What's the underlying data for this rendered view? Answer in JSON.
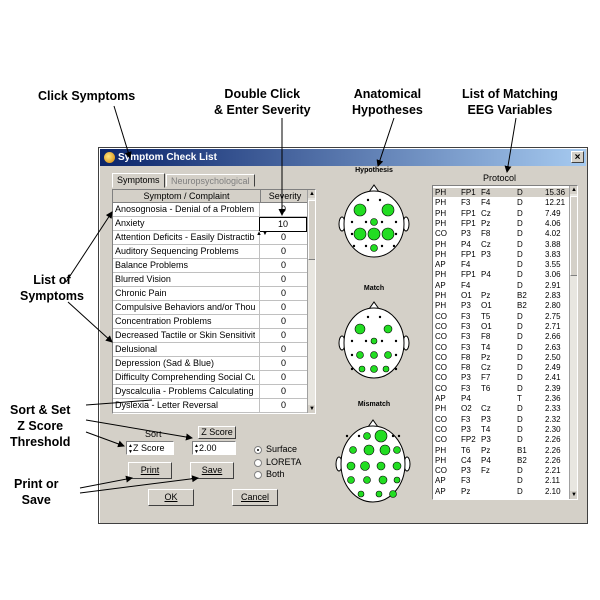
{
  "callouts": {
    "click_symptoms": "Click Symptoms",
    "double_click": "Double Click\n& Enter Severity",
    "anatomical": "Anatomical\nHypotheses",
    "list_matching": "List of Matching\nEEG Variables",
    "list_symptoms": "List of\nSymptoms",
    "sort_set": "Sort & Set\nZ Score\nThreshold",
    "print_save": "Print or\nSave"
  },
  "window": {
    "title": "Symptom Check List",
    "close_label": "×",
    "tabs": [
      "Symptoms",
      "Neuropsychological"
    ]
  },
  "table": {
    "col_symptom": "Symptom / Complaint",
    "col_severity": "Severity",
    "rows": [
      {
        "symptom": "Anosognosia - Denial of a Problem",
        "severity": "0"
      },
      {
        "symptom": "Anxiety",
        "severity": "10"
      },
      {
        "symptom": "Attention Deficits - Easily Distractible",
        "severity": "0"
      },
      {
        "symptom": "Auditory Sequencing Problems",
        "severity": "0"
      },
      {
        "symptom": "Balance Problems",
        "severity": "0"
      },
      {
        "symptom": "Blurred Vision",
        "severity": "0"
      },
      {
        "symptom": "Chronic Pain",
        "severity": "0"
      },
      {
        "symptom": "Compulsive Behaviors and/or Thoug",
        "severity": "0"
      },
      {
        "symptom": "Concentration Problems",
        "severity": "0"
      },
      {
        "symptom": "Decreased Tactile or Skin Sensitivit",
        "severity": "0"
      },
      {
        "symptom": "Delusional",
        "severity": "0"
      },
      {
        "symptom": "Depression (Sad & Blue)",
        "severity": "0"
      },
      {
        "symptom": "Difficulty Comprehending Social Cue",
        "severity": "0"
      },
      {
        "symptom": "Dyscalculia - Problems Calculating",
        "severity": "0"
      },
      {
        "symptom": "Dyslexia - Letter Reversal",
        "severity": "0"
      }
    ]
  },
  "controls": {
    "sort_label": "Sort",
    "sort_value": "Z Score",
    "zscore_label": "Z Score",
    "zscore_value": "2.00",
    "radios": [
      "Surface",
      "LORETA",
      "Both"
    ],
    "selected_radio": "Surface",
    "print_label": "Print",
    "save_label": "Save",
    "ok_label": "OK",
    "cancel_label": "Cancel"
  },
  "heads": {
    "hypothesis": "Hypothesis",
    "match": "Match",
    "mismatch": "Mismatch",
    "dot_color": "#22dd22",
    "head_color": "#ffffff"
  },
  "protocol": {
    "title": "Protocol",
    "rows": [
      [
        "PH",
        "FP1",
        "F4",
        "D",
        "15.36"
      ],
      [
        "PH",
        "F3",
        "F4",
        "D",
        "12.21"
      ],
      [
        "PH",
        "FP1",
        "Cz",
        "D",
        "7.49"
      ],
      [
        "PH",
        "FP1",
        "Pz",
        "D",
        "4.06"
      ],
      [
        "CO",
        "P3",
        "F8",
        "D",
        "4.02"
      ],
      [
        "PH",
        "P4",
        "Cz",
        "D",
        "3.88"
      ],
      [
        "PH",
        "FP1",
        "P3",
        "D",
        "3.83"
      ],
      [
        "AP",
        "F4",
        "",
        "D",
        "3.55"
      ],
      [
        "PH",
        "FP1",
        "P4",
        "D",
        "3.06"
      ],
      [
        "AP",
        "F4",
        "",
        "D",
        "2.91"
      ],
      [
        "PH",
        "O1",
        "Pz",
        "B2",
        "2.83"
      ],
      [
        "PH",
        "P3",
        "O1",
        "B2",
        "2.80"
      ],
      [
        "CO",
        "F3",
        "T5",
        "D",
        "2.75"
      ],
      [
        "CO",
        "F3",
        "O1",
        "D",
        "2.71"
      ],
      [
        "CO",
        "F3",
        "F8",
        "D",
        "2.66"
      ],
      [
        "CO",
        "F3",
        "T4",
        "D",
        "2.63"
      ],
      [
        "CO",
        "F8",
        "Pz",
        "D",
        "2.50"
      ],
      [
        "CO",
        "F8",
        "Cz",
        "D",
        "2.49"
      ],
      [
        "CO",
        "P3",
        "F7",
        "D",
        "2.41"
      ],
      [
        "CO",
        "F3",
        "T6",
        "D",
        "2.39"
      ],
      [
        "AP",
        "P4",
        "",
        "T",
        "2.36"
      ],
      [
        "PH",
        "O2",
        "Cz",
        "D",
        "2.33"
      ],
      [
        "CO",
        "F3",
        "P3",
        "D",
        "2.32"
      ],
      [
        "CO",
        "P3",
        "T4",
        "D",
        "2.30"
      ],
      [
        "CO",
        "FP2",
        "P3",
        "D",
        "2.26"
      ],
      [
        "PH",
        "T6",
        "Pz",
        "B1",
        "2.26"
      ],
      [
        "PH",
        "C4",
        "P4",
        "B2",
        "2.26"
      ],
      [
        "CO",
        "P3",
        "Fz",
        "D",
        "2.21"
      ],
      [
        "AP",
        "F3",
        "",
        "D",
        "2.11"
      ],
      [
        "AP",
        "Pz",
        "",
        "D",
        "2.10"
      ]
    ]
  }
}
